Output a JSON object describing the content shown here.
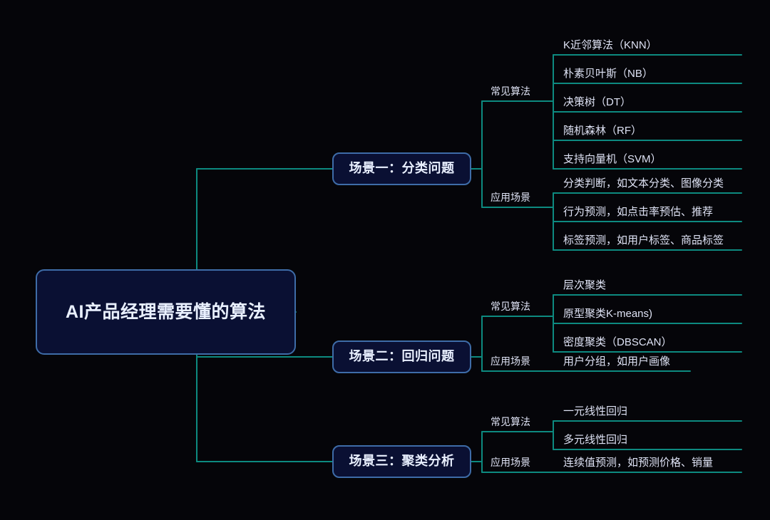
{
  "diagram": {
    "type": "mind-map",
    "background_color": "#050509",
    "node_fill": "#0a1033",
    "node_border": "#3e6ca8",
    "connector_color": "#0d8a80",
    "text_color": "#dfe3f5",
    "root": {
      "label": "AI产品经理需要懂的算法"
    },
    "branches": [
      {
        "label": "场景一：分类问题",
        "groups": [
          {
            "label": "常见算法",
            "items": [
              "K近邻算法（KNN）",
              "朴素贝叶斯（NB）",
              "决策树（DT）",
              "随机森林（RF）",
              "支持向量机（SVM）"
            ]
          },
          {
            "label": "应用场景",
            "items": [
              "分类判断，如文本分类、图像分类",
              "行为预测，如点击率预估、推荐",
              "标签预测，如用户标签、商品标签"
            ]
          }
        ]
      },
      {
        "label": "场景二：回归问题",
        "groups": [
          {
            "label": "常见算法",
            "items": [
              "层次聚类",
              "原型聚类K-means)",
              "密度聚类（DBSCAN）"
            ]
          },
          {
            "label": "应用场景",
            "items": [
              "用户分组，如用户画像"
            ]
          }
        ]
      },
      {
        "label": "场景三：聚类分析",
        "groups": [
          {
            "label": "常见算法",
            "items": [
              "一元线性回归",
              "多元线性回归"
            ]
          },
          {
            "label": "应用场景",
            "items": [
              "连续值预测，如预测价格、销量"
            ]
          }
        ]
      }
    ]
  }
}
